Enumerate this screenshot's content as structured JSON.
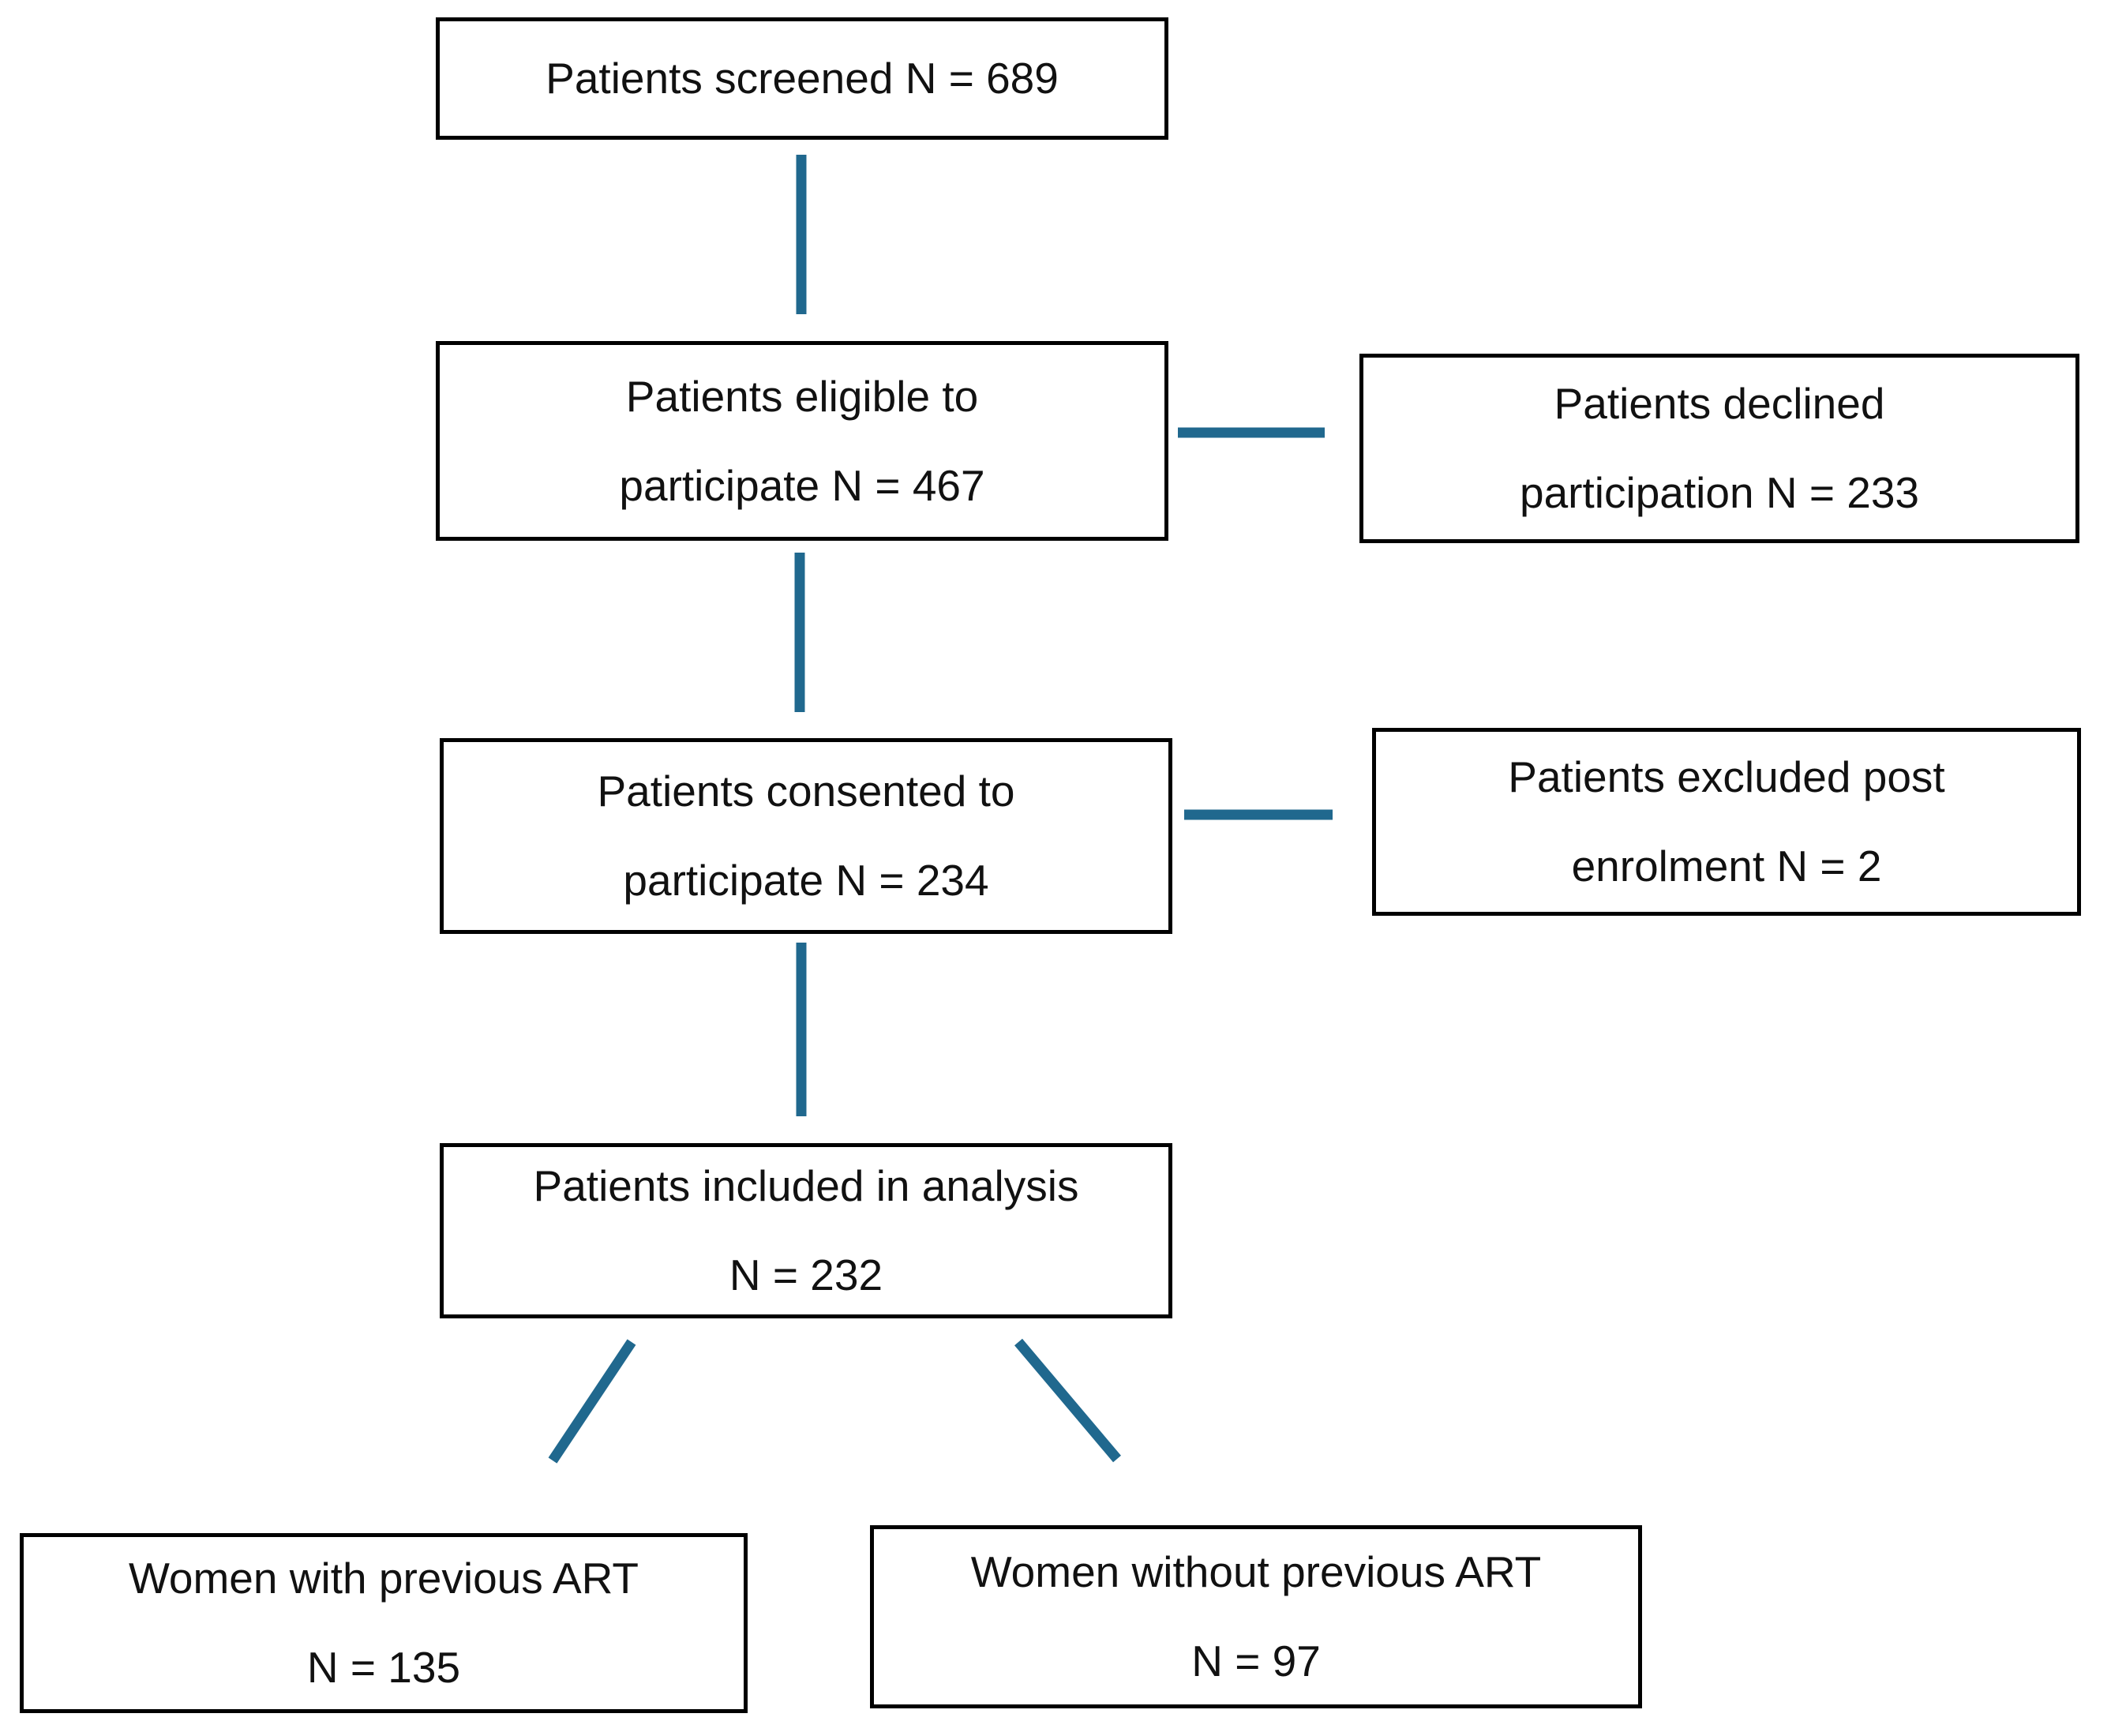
{
  "colors": {
    "arrow": "#20688E",
    "box_border": "#000000",
    "text": "#111111",
    "background": "#FFFFFF"
  },
  "diagram": {
    "type": "flowchart",
    "nodes": [
      {
        "id": "screened",
        "line1": "Patients screened N = 689",
        "line2": ""
      },
      {
        "id": "eligible",
        "line1": "Patients eligible to",
        "line2": "participate N = 467"
      },
      {
        "id": "declined",
        "line1": "Patients declined",
        "line2": "participation N = 233"
      },
      {
        "id": "consented",
        "line1": "Patients consented to",
        "line2": "participate N = 234"
      },
      {
        "id": "excluded",
        "line1": "Patients excluded post",
        "line2": "enrolment N = 2"
      },
      {
        "id": "analysis",
        "line1": "Patients included in analysis",
        "line2": "N = 232"
      },
      {
        "id": "with_art",
        "line1": "Women with previous ART",
        "line2": "N = 135"
      },
      {
        "id": "without_art",
        "line1": "Women without previous ART",
        "line2": "N = 97"
      }
    ],
    "edges": [
      {
        "from": "screened",
        "to": "eligible"
      },
      {
        "from": "eligible",
        "to": "declined"
      },
      {
        "from": "eligible",
        "to": "consented"
      },
      {
        "from": "consented",
        "to": "excluded"
      },
      {
        "from": "consented",
        "to": "analysis"
      },
      {
        "from": "analysis",
        "to": "with_art"
      },
      {
        "from": "analysis",
        "to": "without_art"
      }
    ]
  }
}
